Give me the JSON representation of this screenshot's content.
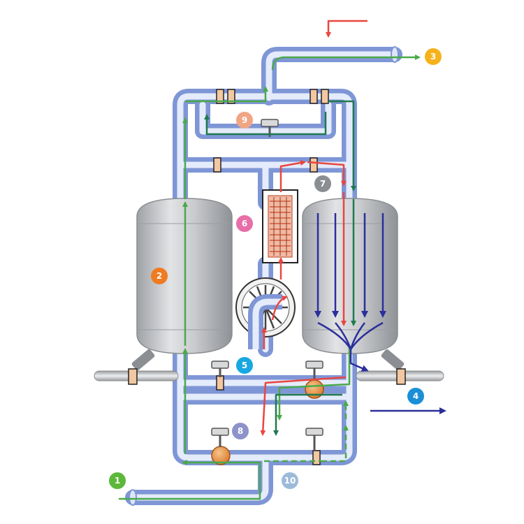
{
  "badges": [
    {
      "label": "1",
      "color": "#5cb83a"
    },
    {
      "label": "2",
      "color": "#ef7b22"
    },
    {
      "label": "3",
      "color": "#f5b21b"
    },
    {
      "label": "4",
      "color": "#1a8fd6"
    },
    {
      "label": "5",
      "color": "#17a7e2"
    },
    {
      "label": "6",
      "color": "#e76ea8"
    },
    {
      "label": "7",
      "color": "#8a8d91"
    },
    {
      "label": "8",
      "color": "#8d93c9"
    },
    {
      "label": "9",
      "color": "#f0a585"
    },
    {
      "label": "10",
      "color": "#9dbad9"
    }
  ],
  "colors": {
    "flow_green": "#4aa94a",
    "flow_dark_green": "#1f7a4f",
    "flow_red": "#e8463f",
    "flow_blue": "#2b2f9b",
    "pipe": "#9fb3e3",
    "vessel": "#b9bcc1"
  }
}
